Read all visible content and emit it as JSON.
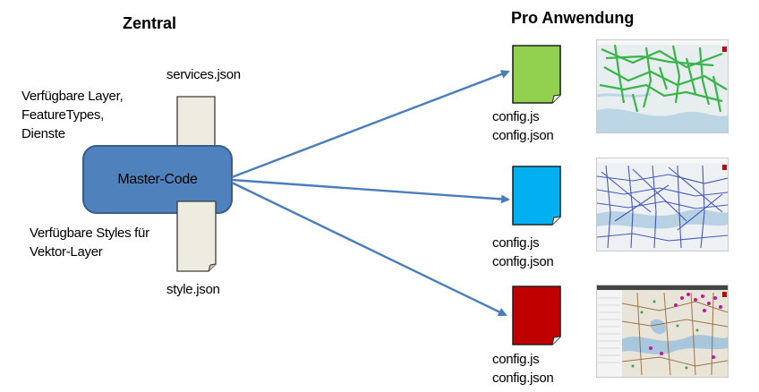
{
  "headings": {
    "central": "Zentral",
    "per_application": "Pro Anwendung"
  },
  "central": {
    "master_code": "Master-Code",
    "services_file": "services.json",
    "style_file": "style.json",
    "services_note": [
      "Verfügbare Layer,",
      "FeatureTypes,",
      "Dienste"
    ],
    "style_note": [
      "Verfügbare Styles für",
      "Vektor-Layer"
    ]
  },
  "applications": [
    {
      "color": "#92d050",
      "files": [
        "config.js",
        "config.json"
      ],
      "map_theme": "green-network"
    },
    {
      "color": "#00b0f0",
      "files": [
        "config.js",
        "config.json"
      ],
      "map_theme": "blue-network"
    },
    {
      "color": "#c00000",
      "files": [
        "config.js",
        "config.json"
      ],
      "map_theme": "mixed-points"
    }
  ],
  "colors": {
    "box_fill": "#4f81bd",
    "box_stroke": "#385d8a",
    "arrow": "#4a7ebb",
    "doc_fill": "#eeece1"
  }
}
